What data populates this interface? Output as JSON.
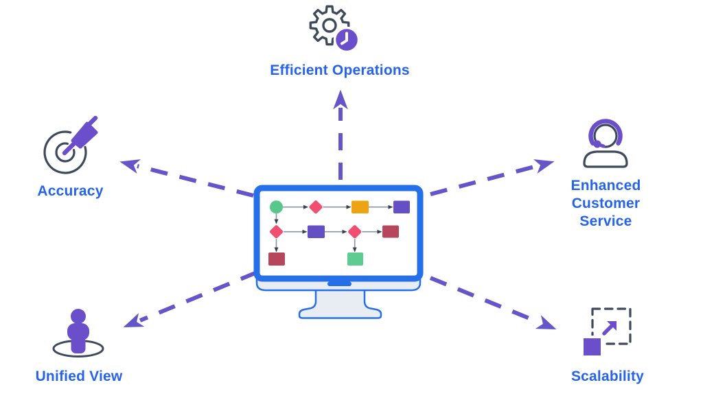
{
  "benefits": [
    {
      "label": "Efficient Operations",
      "icon": "gear-clock-icon"
    },
    {
      "label": "Accuracy",
      "icon": "target-dart-icon"
    },
    {
      "label": "Enhanced Customer Service",
      "icon": "support-agent-headset-icon"
    },
    {
      "label": "Unified View",
      "icon": "person-spotlight-icon"
    },
    {
      "label": "Scalability",
      "icon": "scale-expand-icon"
    }
  ],
  "center_illustration": "monitor-with-process-flowchart",
  "colors": {
    "label-blue": "#2563eb",
    "arrow-purple": "#6456c9",
    "icon-purple": "#6b4ec9",
    "outline-navy": "#3d4a5c",
    "monitor-blue": "#2570e8",
    "monitor-gray": "#e8edf4",
    "flow-green": "#57c78c",
    "flow-pink": "#f14f70",
    "flow-orange": "#eea412",
    "flow-purple": "#654fc4",
    "flow-red": "#b5465c",
    "flow-mint": "#5ecb90",
    "connector-gray": "#8a93a3",
    "connector-head": "#36404e"
  }
}
